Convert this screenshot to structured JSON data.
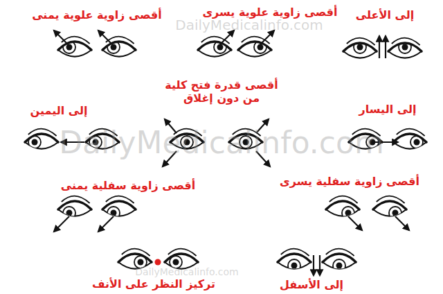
{
  "diagram": {
    "labels": [
      "أقصى زاوية علوية يمنى",
      "أقصى زاوية علوية يسرى",
      "إلى الأعلى",
      "إلى اليمين",
      "أقصى قدرة فتح كلية من دون إغلاق",
      "إلى اليسار",
      "أقصى زاوية سفلية يمنى",
      "أقصى زاوية سفلية يسرى",
      "تركيز النظر على الأنف",
      "إلى الأسفل",
      "DailyMedicalinfo.com",
      "DailyMedicalinfo.com",
      "DailyMedicalinfo.com"
    ]
  }
}
